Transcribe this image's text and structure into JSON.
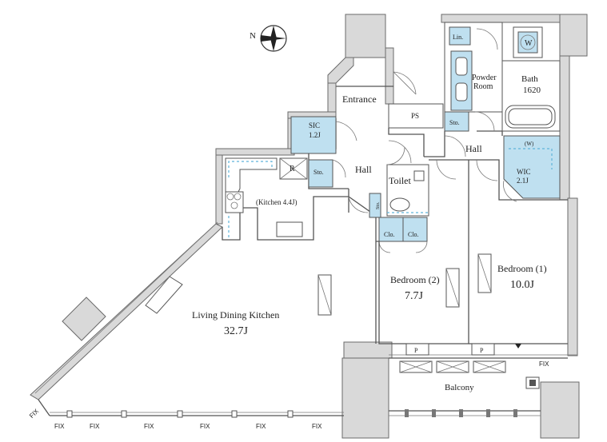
{
  "rooms": {
    "entrance": "Entrance",
    "ps": "PS",
    "sic": "SIC",
    "sic_size": "1.2J",
    "sto_left": "Sto.",
    "hall_left": "Hall",
    "kitchen": "(Kitchen 4.4J)",
    "refrigerator": "R",
    "toilet": "Toilet",
    "sto_small": "Sto.",
    "ldk": "Living Dining Kitchen",
    "ldk_size": "32.7J",
    "bedroom2": "Bedroom (2)",
    "bedroom2_size": "7.7J",
    "clo1": "Clo.",
    "clo2": "Clo.",
    "lin": "Lin.",
    "washer": "W",
    "powder": "Powder",
    "powder2": "Room",
    "bath": "Bath",
    "bath_size": "1620",
    "sto_right": "Sto.",
    "hall_right": "Hall",
    "wic": "WIC",
    "wic_size": "2.1J",
    "wic_w": "(W)",
    "bedroom1": "Bedroom (1)",
    "bedroom1_size": "10.0J",
    "balcony": "Balcony",
    "p1": "P",
    "p2": "P"
  },
  "compass": {
    "label": "N"
  },
  "fix_labels": [
    "FIX",
    "FIX",
    "FIX",
    "FIX",
    "FIX",
    "FIX",
    "FIX",
    "FIX"
  ],
  "colors": {
    "wall": "#d9d9d9",
    "storage": "#bfe0f0",
    "dash": "#5fb3d9"
  }
}
